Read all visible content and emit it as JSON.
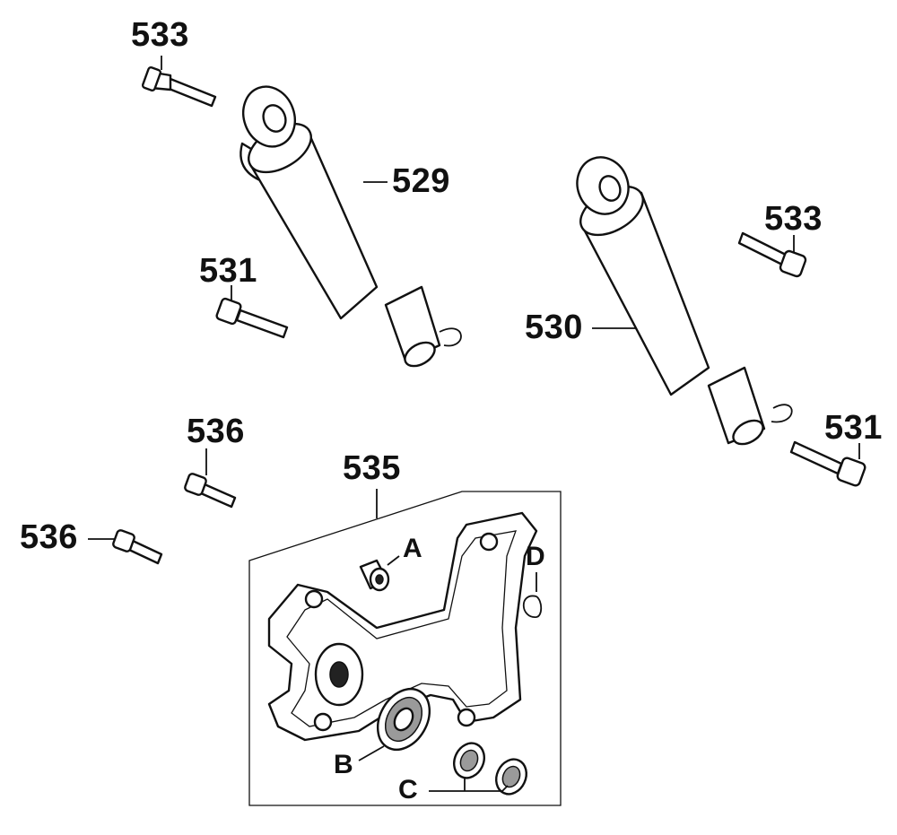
{
  "labels": {
    "p529": "529",
    "p530": "530",
    "p531_left": "531",
    "p531_right": "531",
    "p533_left": "533",
    "p533_right": "533",
    "p535": "535",
    "p536_upper": "536",
    "p536_lower": "536",
    "A": "A",
    "B": "B",
    "C": "C",
    "D": "D"
  }
}
